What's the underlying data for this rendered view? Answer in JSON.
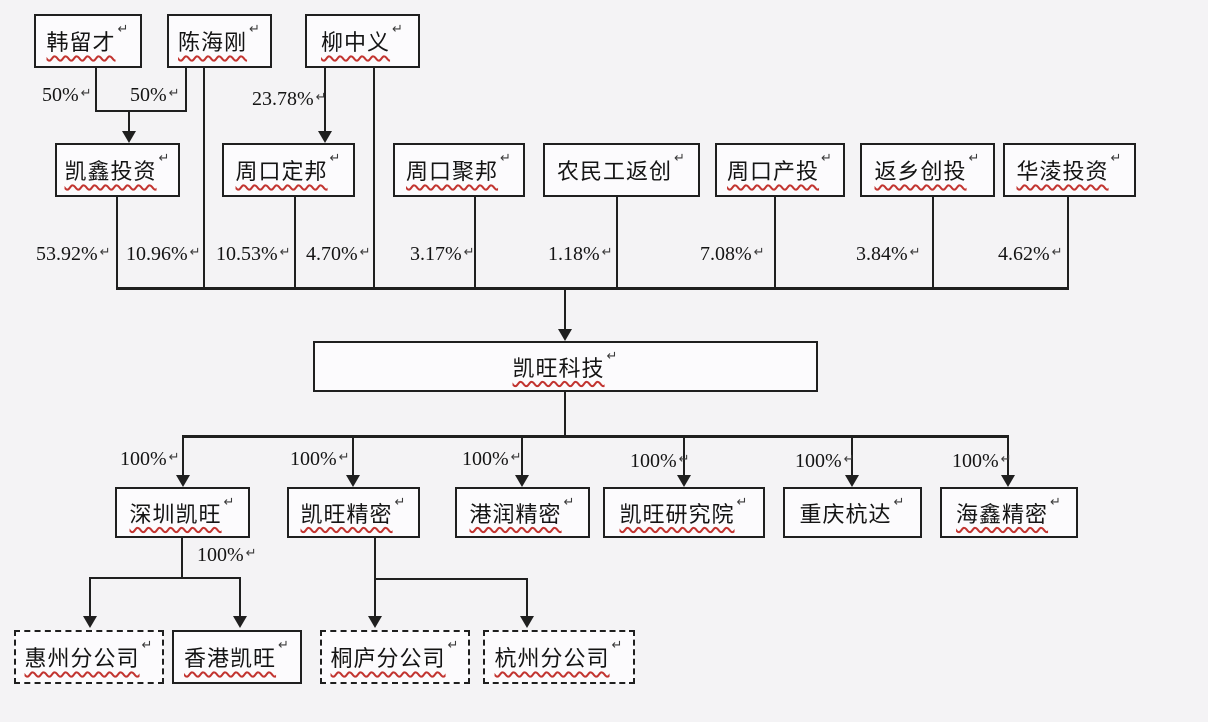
{
  "ret": "↵",
  "persons": [
    {
      "label": "韩留才"
    },
    {
      "label": "陈海刚"
    },
    {
      "label": "柳中义"
    }
  ],
  "top_pcts": [
    "50%",
    "50%",
    "23.78%"
  ],
  "shareholders": [
    {
      "label": "凯鑫投资"
    },
    {
      "label": "周口定邦"
    },
    {
      "label": "周口聚邦"
    },
    {
      "label": "农民工返创"
    },
    {
      "label": "周口产投"
    },
    {
      "label": "返乡创投"
    },
    {
      "label": "华淩投资"
    }
  ],
  "mid_pcts": [
    "53.92%",
    "10.96%",
    "10.53%",
    "4.70%",
    "3.17%",
    "1.18%",
    "7.08%",
    "3.84%",
    "4.62%"
  ],
  "company": {
    "label": "凯旺科技"
  },
  "subsidiaries": [
    {
      "label": "深圳凯旺"
    },
    {
      "label": "凯旺精密"
    },
    {
      "label": "港润精密"
    },
    {
      "label": "凯旺研究院"
    },
    {
      "label": "重庆杭达"
    },
    {
      "label": "海鑫精密"
    }
  ],
  "sub_pcts": [
    "100%",
    "100%",
    "100%",
    "100%",
    "100%",
    "100%"
  ],
  "shenzhen_branch_pct": "100%",
  "branches": [
    {
      "label": "惠州分公司"
    },
    {
      "label": "香港凯旺"
    },
    {
      "label": "桐庐分公司"
    },
    {
      "label": "杭州分公司"
    }
  ],
  "colors": {
    "line": "#1f1f1f",
    "underline": "#c23430",
    "page_bg": "#f4f3f5",
    "box_bg": "#fcfbfd"
  }
}
